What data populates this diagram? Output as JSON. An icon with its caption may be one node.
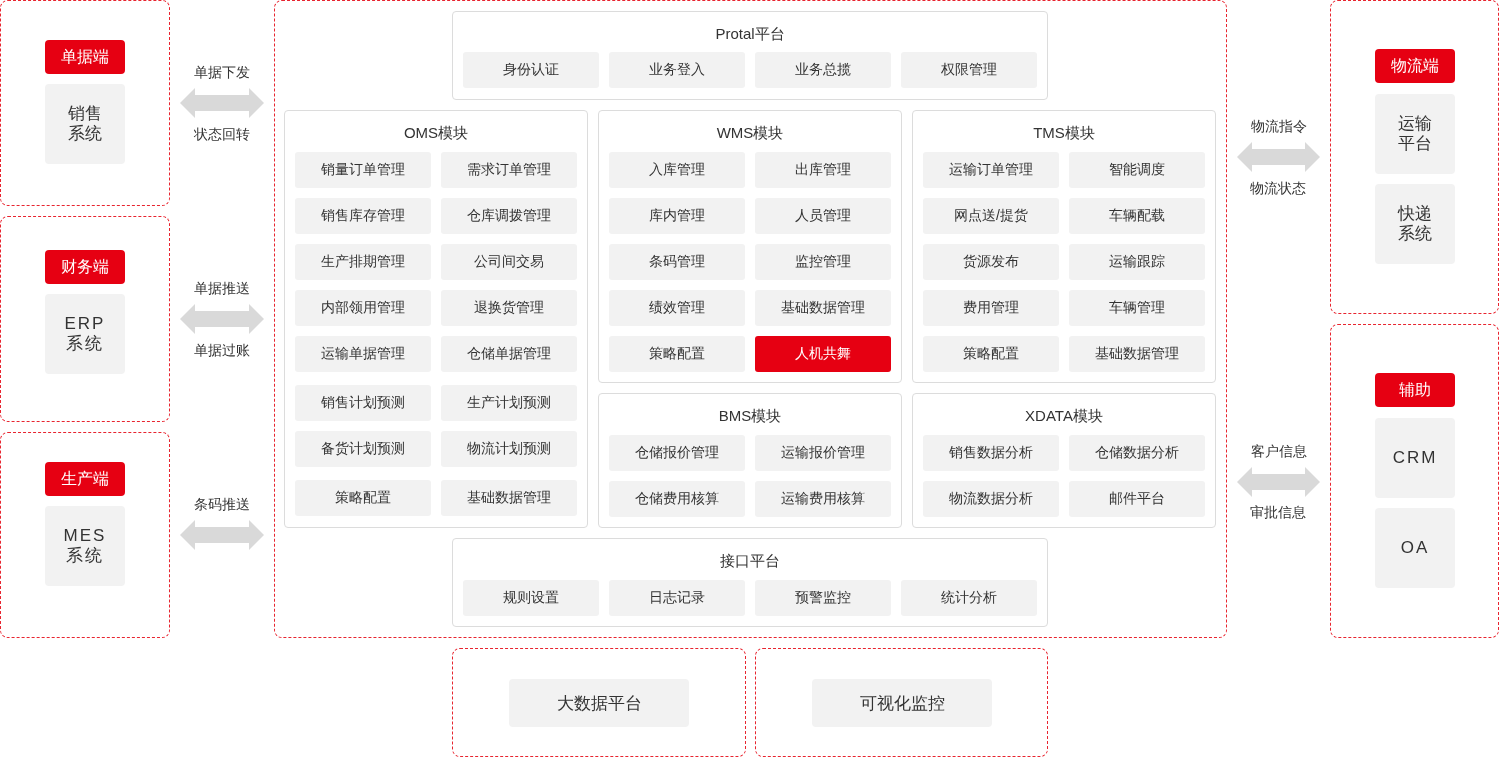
{
  "diagram": {
    "nodes": [
      {
        "text": [],
        "shape": "box"
      },
      {
        "text": [
          "单据端"
        ],
        "in": 0
      },
      {
        "text": [
          "销售系统"
        ],
        "in": 0
      },
      {
        "text": [],
        "shape": "box"
      },
      {
        "text": [
          "财务端"
        ],
        "in": 3
      },
      {
        "text": [
          "ERP 系统"
        ],
        "in": 3
      },
      {
        "text": [],
        "shape": "box"
      },
      {
        "text": [
          "生产端"
        ],
        "in": 6
      },
      {
        "text": [
          "MES 系统"
        ],
        "in": 6
      },
      {
        "text": [],
        "shape": "box"
      },
      {
        "text": [
          "Protal平台"
        ],
        "in": 9
      },
      {
        "text": [
          "身份认证"
        ],
        "in": 10
      },
      {
        "text": [
          "业务登入"
        ],
        "in": 10
      },
      {
        "text": [
          "业务总揽"
        ],
        "in": 10
      },
      {
        "text": [
          "权限管理"
        ],
        "in": 10
      },
      {
        "text": [
          "OMS模块"
        ],
        "in": 9
      },
      {
        "text": [
          "销量订单管理"
        ],
        "in": 15
      },
      {
        "text": [
          "需求订单管理"
        ],
        "in": 15
      },
      {
        "text": [
          "销售库存管理"
        ],
        "in": 15
      },
      {
        "text": [
          "仓库调拨管理"
        ],
        "in": 15
      },
      {
        "text": [
          "生产排期管理"
        ],
        "in": 15
      },
      {
        "text": [
          "公司间交易"
        ],
        "in": 15
      },
      {
        "text": [
          "内部领用管理"
        ],
        "in": 15
      },
      {
        "text": [
          "退换货管理"
        ],
        "in": 15
      },
      {
        "text": [
          "运输单据管理"
        ],
        "in": 15
      },
      {
        "text": [
          "仓储单据管理"
        ],
        "in": 15
      },
      {
        "text": [
          "销售计划预测"
        ],
        "in": 15
      },
      {
        "text": [
          "生产计划预测"
        ],
        "in": 15
      },
      {
        "text": [
          "备货计划预测"
        ],
        "in": 15
      },
      {
        "text": [
          "物流计划预测"
        ],
        "in": 15
      },
      {
        "text": [
          "策略配置"
        ],
        "in": 15
      },
      {
        "text": [
          "基础数据管理"
        ],
        "in": 15
      },
      {
        "text": [
          "WMS模块"
        ],
        "in": 9
      },
      {
        "text": [
          "入库管理"
        ],
        "in": 32
      },
      {
        "text": [
          "出库管理"
        ],
        "in": 32
      },
      {
        "text": [
          "库内管理"
        ],
        "in": 32
      },
      {
        "text": [
          "人员管理"
        ],
        "in": 32
      },
      {
        "text": [
          "条码管理"
        ],
        "in": 32
      },
      {
        "text": [
          "监控管理"
        ],
        "in": 32
      },
      {
        "text": [
          "绩效管理"
        ],
        "in": 32
      },
      {
        "text": [
          "基础数据管理"
        ],
        "in": 32
      },
      {
        "text": [
          "策略配置"
        ],
        "in": 32
      },
      {
        "text": [
          "人机共舞"
        ],
        "in": 32
      },
      {
        "text": [
          "TMS模块"
        ],
        "in": 9
      },
      {
        "text": [
          "运输订单管理"
        ],
        "in": 43
      },
      {
        "text": [
          "智能调度"
        ],
        "in": 43
      },
      {
        "text": [
          "网点送/提货"
        ],
        "in": 43
      },
      {
        "text": [
          "车辆配载"
        ],
        "in": 43
      },
      {
        "text": [
          "货源发布"
        ],
        "in": 43
      },
      {
        "text": [
          "运输跟踪"
        ],
        "in": 43
      },
      {
        "text": [
          "费用管理"
        ],
        "in": 43
      },
      {
        "text": [
          "车辆管理"
        ],
        "in": 43
      },
      {
        "text": [
          "策略配置"
        ],
        "in": 43
      },
      {
        "text": [
          "基础数据管理"
        ],
        "in": 43
      },
      {
        "text": [
          "BMS模块"
        ],
        "in": 9
      },
      {
        "text": [
          "仓储报价管理"
        ],
        "in": 54
      },
      {
        "text": [
          "运输报价管理"
        ],
        "in": 54
      },
      {
        "text": [
          "仓储费用核算"
        ],
        "in": 54
      },
      {
        "text": [
          "运输费用核算"
        ],
        "in": 54
      },
      {
        "text": [
          "XDATA模块"
        ],
        "in": 9
      },
      {
        "text": [
          "销售数据分析"
        ],
        "in": 59
      },
      {
        "text": [
          "仓储数据分析"
        ],
        "in": 59
      },
      {
        "text": [
          "物流数据分析"
        ],
        "in": 59
      },
      {
        "text": [
          "邮件平台"
        ],
        "in": 59
      },
      {
        "text": [
          "接口平台"
        ],
        "in": 9
      },
      {
        "text": [
          "规则设置"
        ],
        "in": 64
      },
      {
        "text": [
          "日志记录"
        ],
        "in": 64
      },
      {
        "text": [
          "预警监控"
        ],
        "in": 64
      },
      {
        "text": [
          "统计分析"
        ],
        "in": 64
      },
      {
        "text": [],
        "shape": "box"
      },
      {
        "text": [
          "物流端"
        ],
        "in": 69
      },
      {
        "text": [
          "运输平台"
        ],
        "in": 69
      },
      {
        "text": [
          "快递系统"
        ],
        "in": 69
      },
      {
        "text": [],
        "shape": "box"
      },
      {
        "text": [
          "辅助"
        ],
        "in": 73
      },
      {
        "text": [
          "CRM"
        ],
        "in": 73
      },
      {
        "text": [
          "OA"
        ],
        "in": 73
      },
      {
        "text": [],
        "shape": "box"
      },
      {
        "text": [
          "大数据平台"
        ],
        "in": 77
      },
      {
        "text": [],
        "shape": "box"
      },
      {
        "text": [
          "可视化监控"
        ],
        "in": 79
      }
    ],
    "edges": [
      {
        "from": 0,
        "to": 9,
        "arrow": "both",
        "label": "单据下发"
      },
      {
        "from": 3,
        "to": 9,
        "arrow": "both",
        "label": "单据推送"
      },
      {
        "from": 6,
        "to": 9,
        "arrow": "both",
        "label": "条码推送"
      },
      {
        "from": 9,
        "to": 69,
        "arrow": "both",
        "label": "物流指令"
      },
      {
        "from": 9,
        "to": 73,
        "arrow": "both",
        "label": "客户信息"
      }
    ],
    "labels": [
      "状态回转",
      "单据过账",
      "物流状态",
      "审批信息"
    ]
  }
}
